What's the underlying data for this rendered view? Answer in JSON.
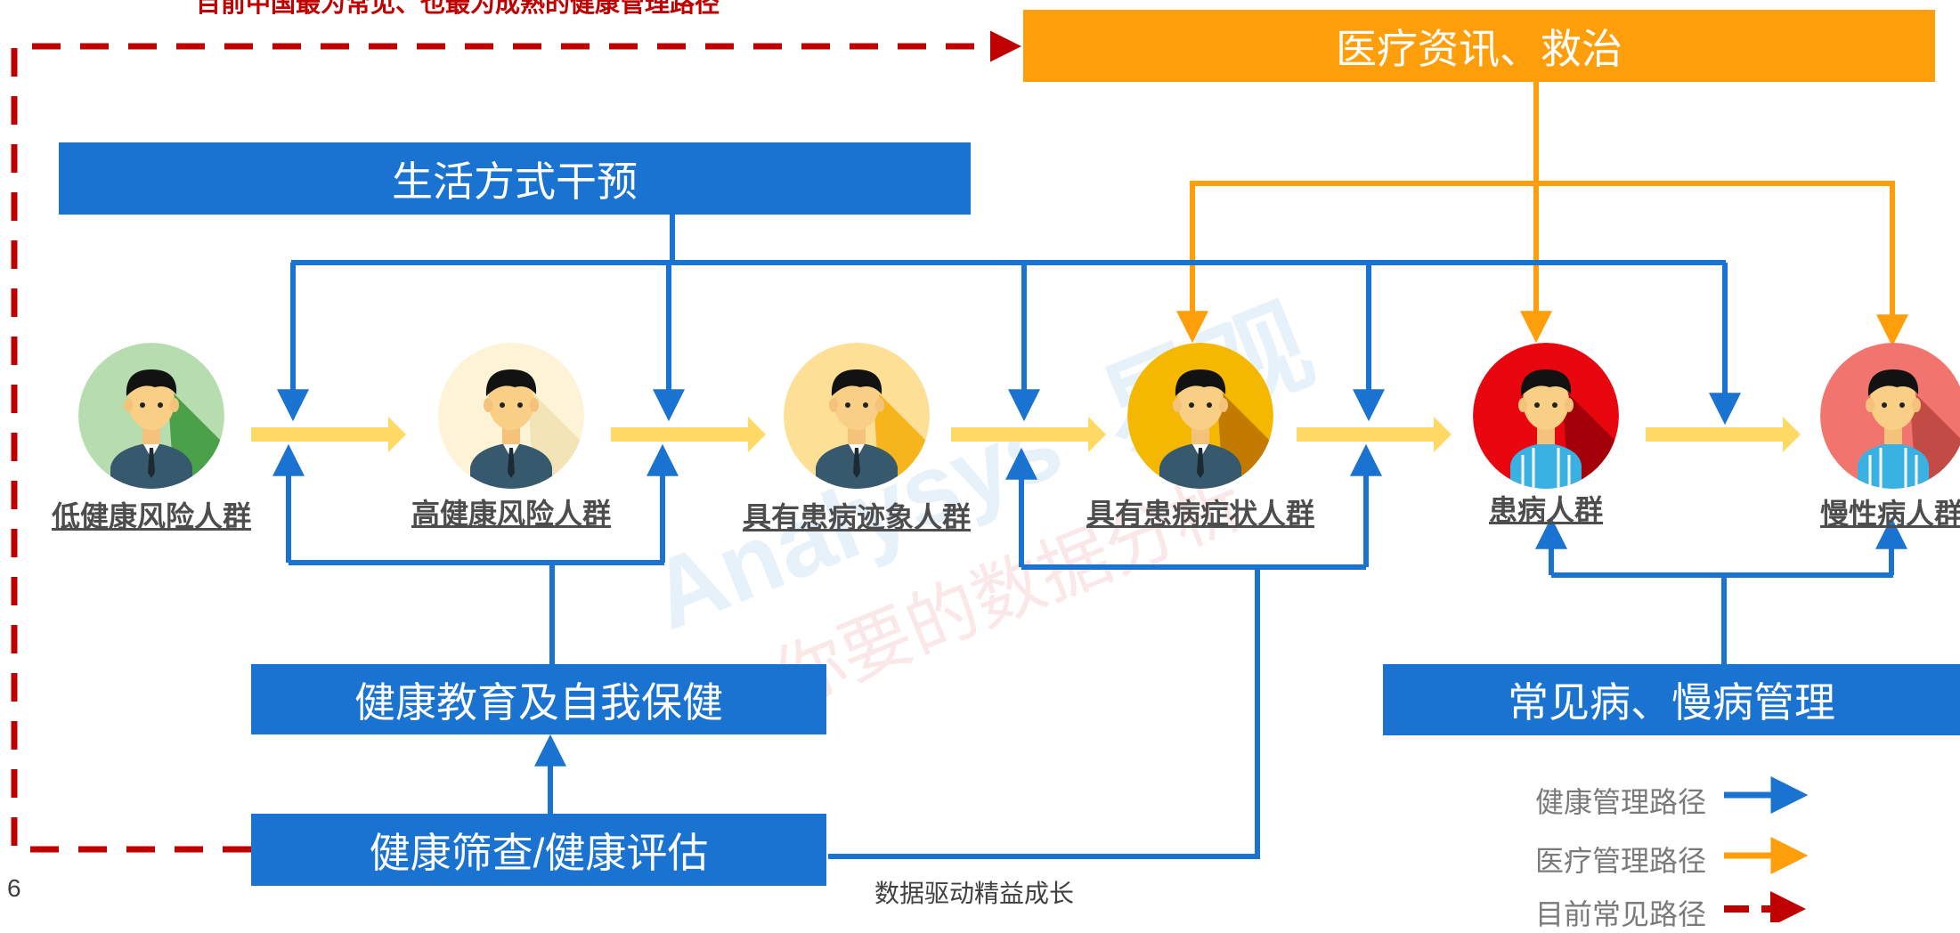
{
  "top_note": "目前中国最为常见、也最为成熟的健康管理路径",
  "boxes": {
    "medical_info": "医疗资讯、救治",
    "lifestyle": "生活方式干预",
    "education": "健康教育及自我保健",
    "screening": "健康筛查/健康评估",
    "chronic_mgmt": "常见病、慢病管理"
  },
  "people": [
    {
      "label": "低健康风险人群",
      "bg": "#b6dcb0",
      "shadow": "#4aa14a",
      "shirt": "dark"
    },
    {
      "label": "高健康风险人群",
      "bg": "#fdf3d6",
      "shadow": "#f3e4b8",
      "shirt": "dark"
    },
    {
      "label": "具有患病迹象人群",
      "bg": "#fddf95",
      "shadow": "#f6b51c",
      "shirt": "dark"
    },
    {
      "label": "具有患病症状人群",
      "bg": "#f5b800",
      "shadow": "#c27b00",
      "shirt": "dark"
    },
    {
      "label": "患病人群",
      "bg": "#e8070f",
      "shadow": "#a3000a",
      "shirt": "striped"
    },
    {
      "label": "慢性病人群",
      "bg": "#f2746e",
      "shadow": "#c24c45",
      "shirt": "striped"
    }
  ],
  "legend": [
    {
      "label": "健康管理路径",
      "color": "#1a73d0",
      "style": "solid"
    },
    {
      "label": "医疗管理路径",
      "color": "#ff9e0b",
      "style": "solid"
    },
    {
      "label": "目前常见路径",
      "color": "#c00000",
      "style": "dashed"
    }
  ],
  "page_number": "6",
  "footer": "数据驱动精益成长",
  "watermark": {
    "brand": "易观",
    "latin": "Analysys",
    "slogan": "你要的数据分析"
  },
  "colors": {
    "blue": "#1a73d0",
    "orange": "#ff9e0b",
    "red": "#c00000",
    "yellow_arrow": "#ffd966"
  }
}
